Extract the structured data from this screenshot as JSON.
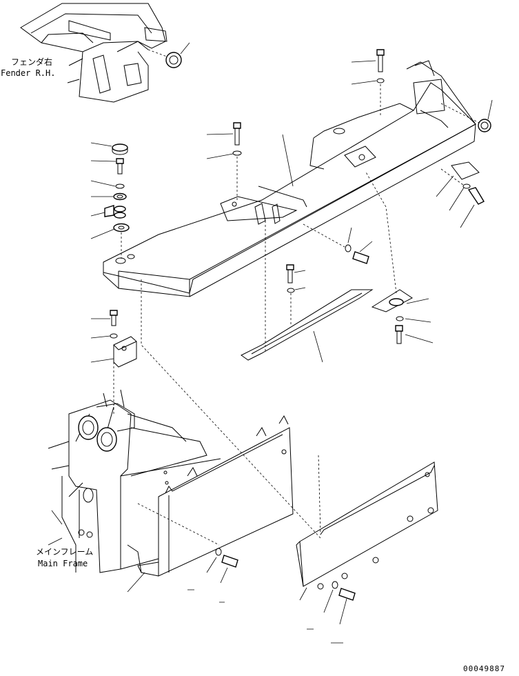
{
  "labels": {
    "fender_jp": "フェンダ右",
    "fender_en": "Fender R.H.",
    "mainframe_jp": "メインフレーム",
    "mainframe_en": "Main Frame",
    "drawing_number": "00049887"
  }
}
